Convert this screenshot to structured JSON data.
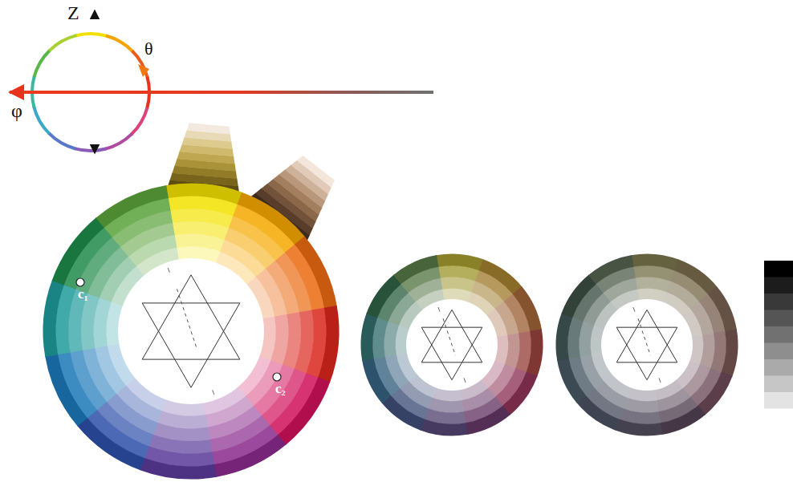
{
  "diagram": {
    "labels": [
      "Z",
      "θ",
      "φ",
      "c₁",
      "c₂"
    ]
  }
}
